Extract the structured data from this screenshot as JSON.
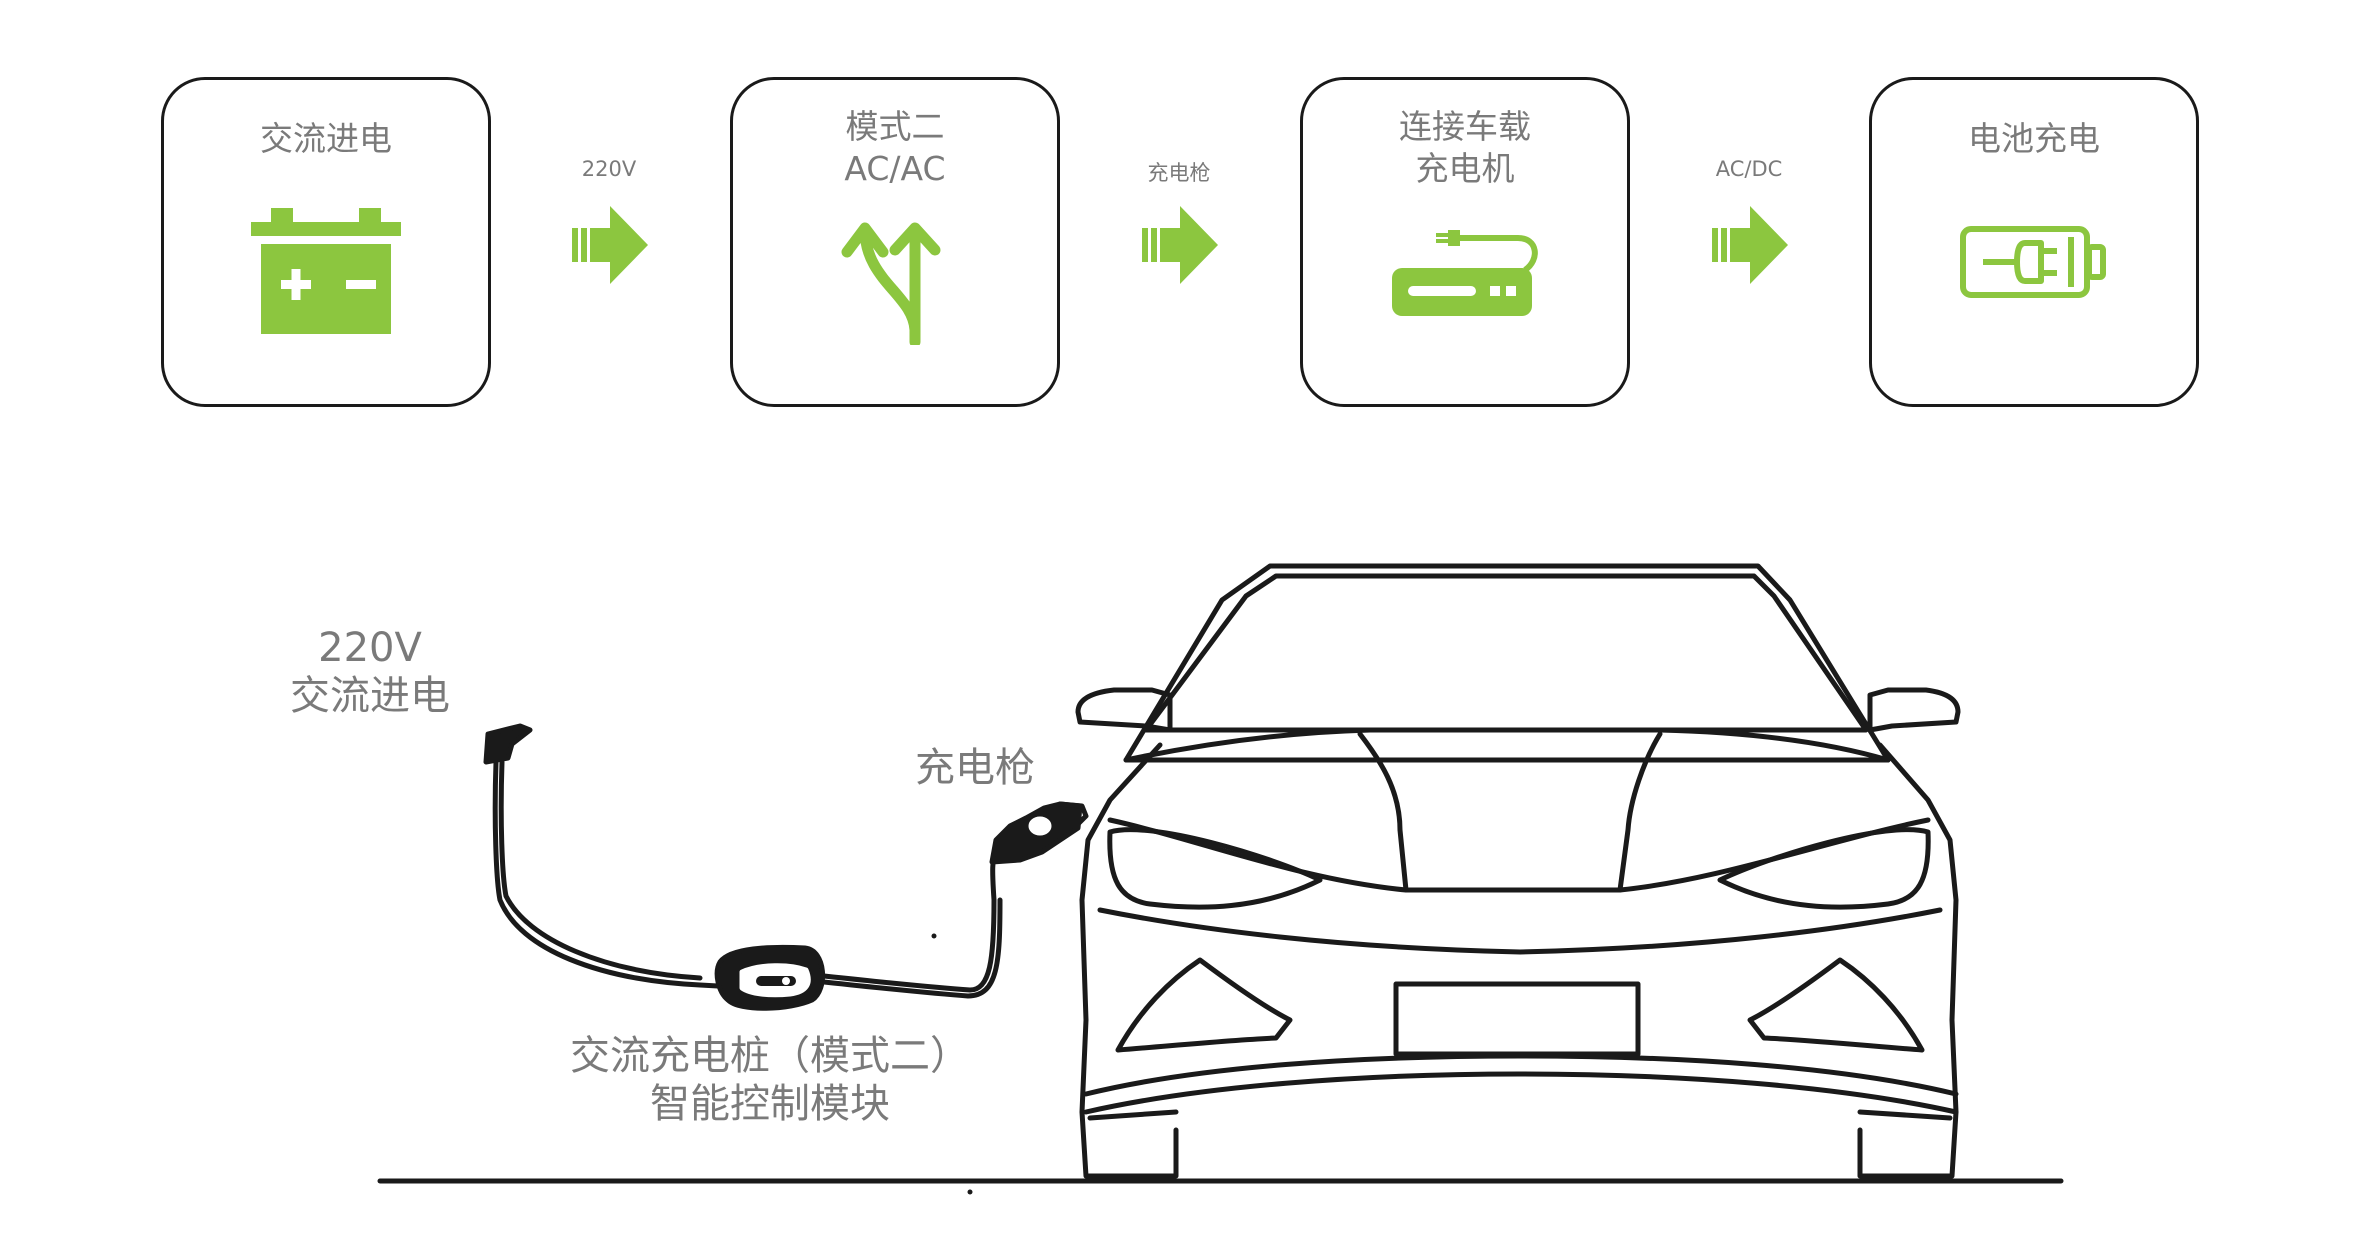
{
  "theme": {
    "accent": "#8cc63f",
    "stroke": "#1a1a1a",
    "text": "#7a7a7a"
  },
  "flow": {
    "steps": [
      {
        "title": "交流进电",
        "icon": "car-battery-icon"
      },
      {
        "title": "模式二\nAC/AC",
        "icon": "split-arrows-icon"
      },
      {
        "title": "连接车载\n充电机",
        "icon": "power-bank-plug-icon"
      },
      {
        "title": "电池充电",
        "icon": "battery-charging-plug-icon"
      }
    ],
    "arrows": [
      {
        "label": "220V",
        "icon": "right-arrow-icon"
      },
      {
        "label": "充电枪",
        "icon": "right-arrow-icon"
      },
      {
        "label": "AC/DC",
        "icon": "right-arrow-icon"
      }
    ]
  },
  "scene": {
    "source_label": "220V\n交流进电",
    "gun_label": "充电枪",
    "box_label": "交流充电桩（模式二）\n智能控制模块"
  }
}
